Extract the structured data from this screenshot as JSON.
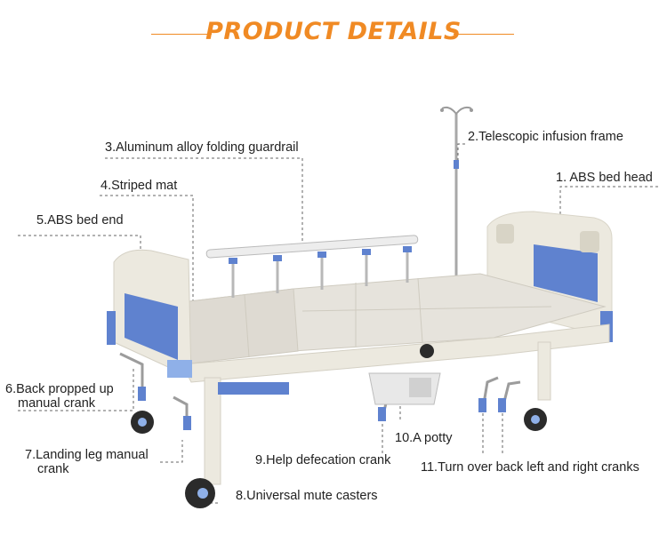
{
  "title": "PRODUCT DETAILS",
  "labels": {
    "telescopic_infusion_frame": "2.Telescopic infusion frame",
    "aluminum_guardrail": "3.Aluminum alloy folding guardrail",
    "abs_bed_head": "1. ABS bed head",
    "striped_mat": "4.Striped mat",
    "abs_bed_end": "5.ABS bed end",
    "back_crank_line1": "6.Back propped up",
    "back_crank_line2": "manual crank",
    "landing_leg_line1": "7.Landing leg manual",
    "landing_leg_line2": "crank",
    "help_defecation_crank": "9.Help defecation crank",
    "potty": "10.A potty",
    "turn_over_cranks": "11.Turn over back left and right cranks",
    "universal_casters": "8.Universal mute casters"
  },
  "colors": {
    "accent": "#f08a24",
    "frame": "#ece9df",
    "panel_blue": "#5f82cf",
    "mat": "#e6e3dc",
    "leader": "#666666"
  }
}
